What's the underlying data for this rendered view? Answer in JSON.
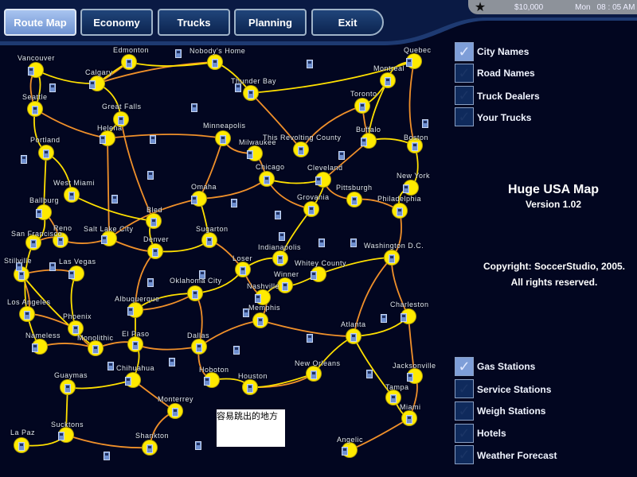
{
  "nav": {
    "buttons": [
      "Route Map",
      "Economy",
      "Trucks",
      "Planning",
      "Exit"
    ],
    "active": "Route Map"
  },
  "status": {
    "icon": "star-icon",
    "money": "$10,000",
    "day": "Mon",
    "time": "08 : 05 AM"
  },
  "map": {
    "cities": [
      "Vancouver",
      "Edmonton",
      "Nobody's Home",
      "Calgary",
      "Seattle",
      "Great Falls",
      "Helena",
      "Portland",
      "West Miami",
      "Ballburg",
      "Reno",
      "San Francisco",
      "Salt Lake City",
      "Bled",
      "Denver",
      "Omaha",
      "Sugarton",
      "Minneapolis",
      "Milwaukee",
      "Thunder Bay",
      "This Revolting County",
      "Quebec",
      "Montreal",
      "Toronto",
      "Buffalo",
      "Boston",
      "Chicago",
      "Cleveland",
      "Pittsburgh",
      "Grovania",
      "New York",
      "Philadelphia",
      "Stillville",
      "Las Vegas",
      "Los Angeles",
      "Phoenix",
      "Nameless",
      "Monolithic",
      "El Paso",
      "Albuquerque",
      "Oklahoma City",
      "Dallas",
      "Chihuahua",
      "Guaymas",
      "Monterrey",
      "Sucktons",
      "La Paz",
      "Shankton",
      "Hoboton",
      "Houston",
      "Indianapolis",
      "Whitey County",
      "Loser",
      "Winner",
      "Nashville",
      "Memphis",
      "Washington D.C.",
      "Charleston",
      "Atlanta",
      "New Orleans",
      "Jacksonville",
      "Tampa",
      "Miami",
      "Angelic"
    ],
    "colors": {
      "highway": "#ffe000",
      "road": "#f0902a",
      "city": "#ffea00",
      "background": "#020620"
    }
  },
  "layers_top": [
    {
      "label": "City Names",
      "checked": true
    },
    {
      "label": "Road Names",
      "checked": false
    },
    {
      "label": "Truck Dealers",
      "checked": false
    },
    {
      "label": "Your Trucks",
      "checked": false
    }
  ],
  "info": {
    "title": "Huge USA Map",
    "version": "Version 1.02",
    "copyright": "Copyright: SoccerStudio, 2005.",
    "rights": "All rights reserved."
  },
  "layers_bottom": [
    {
      "label": "Gas Stations",
      "checked": true
    },
    {
      "label": "Service Stations",
      "checked": false
    },
    {
      "label": "Weigh Stations",
      "checked": false
    },
    {
      "label": "Hotels",
      "checked": false
    },
    {
      "label": "Weather Forecast",
      "checked": false
    }
  ],
  "popup": {
    "text": "容易跳出的地方"
  }
}
